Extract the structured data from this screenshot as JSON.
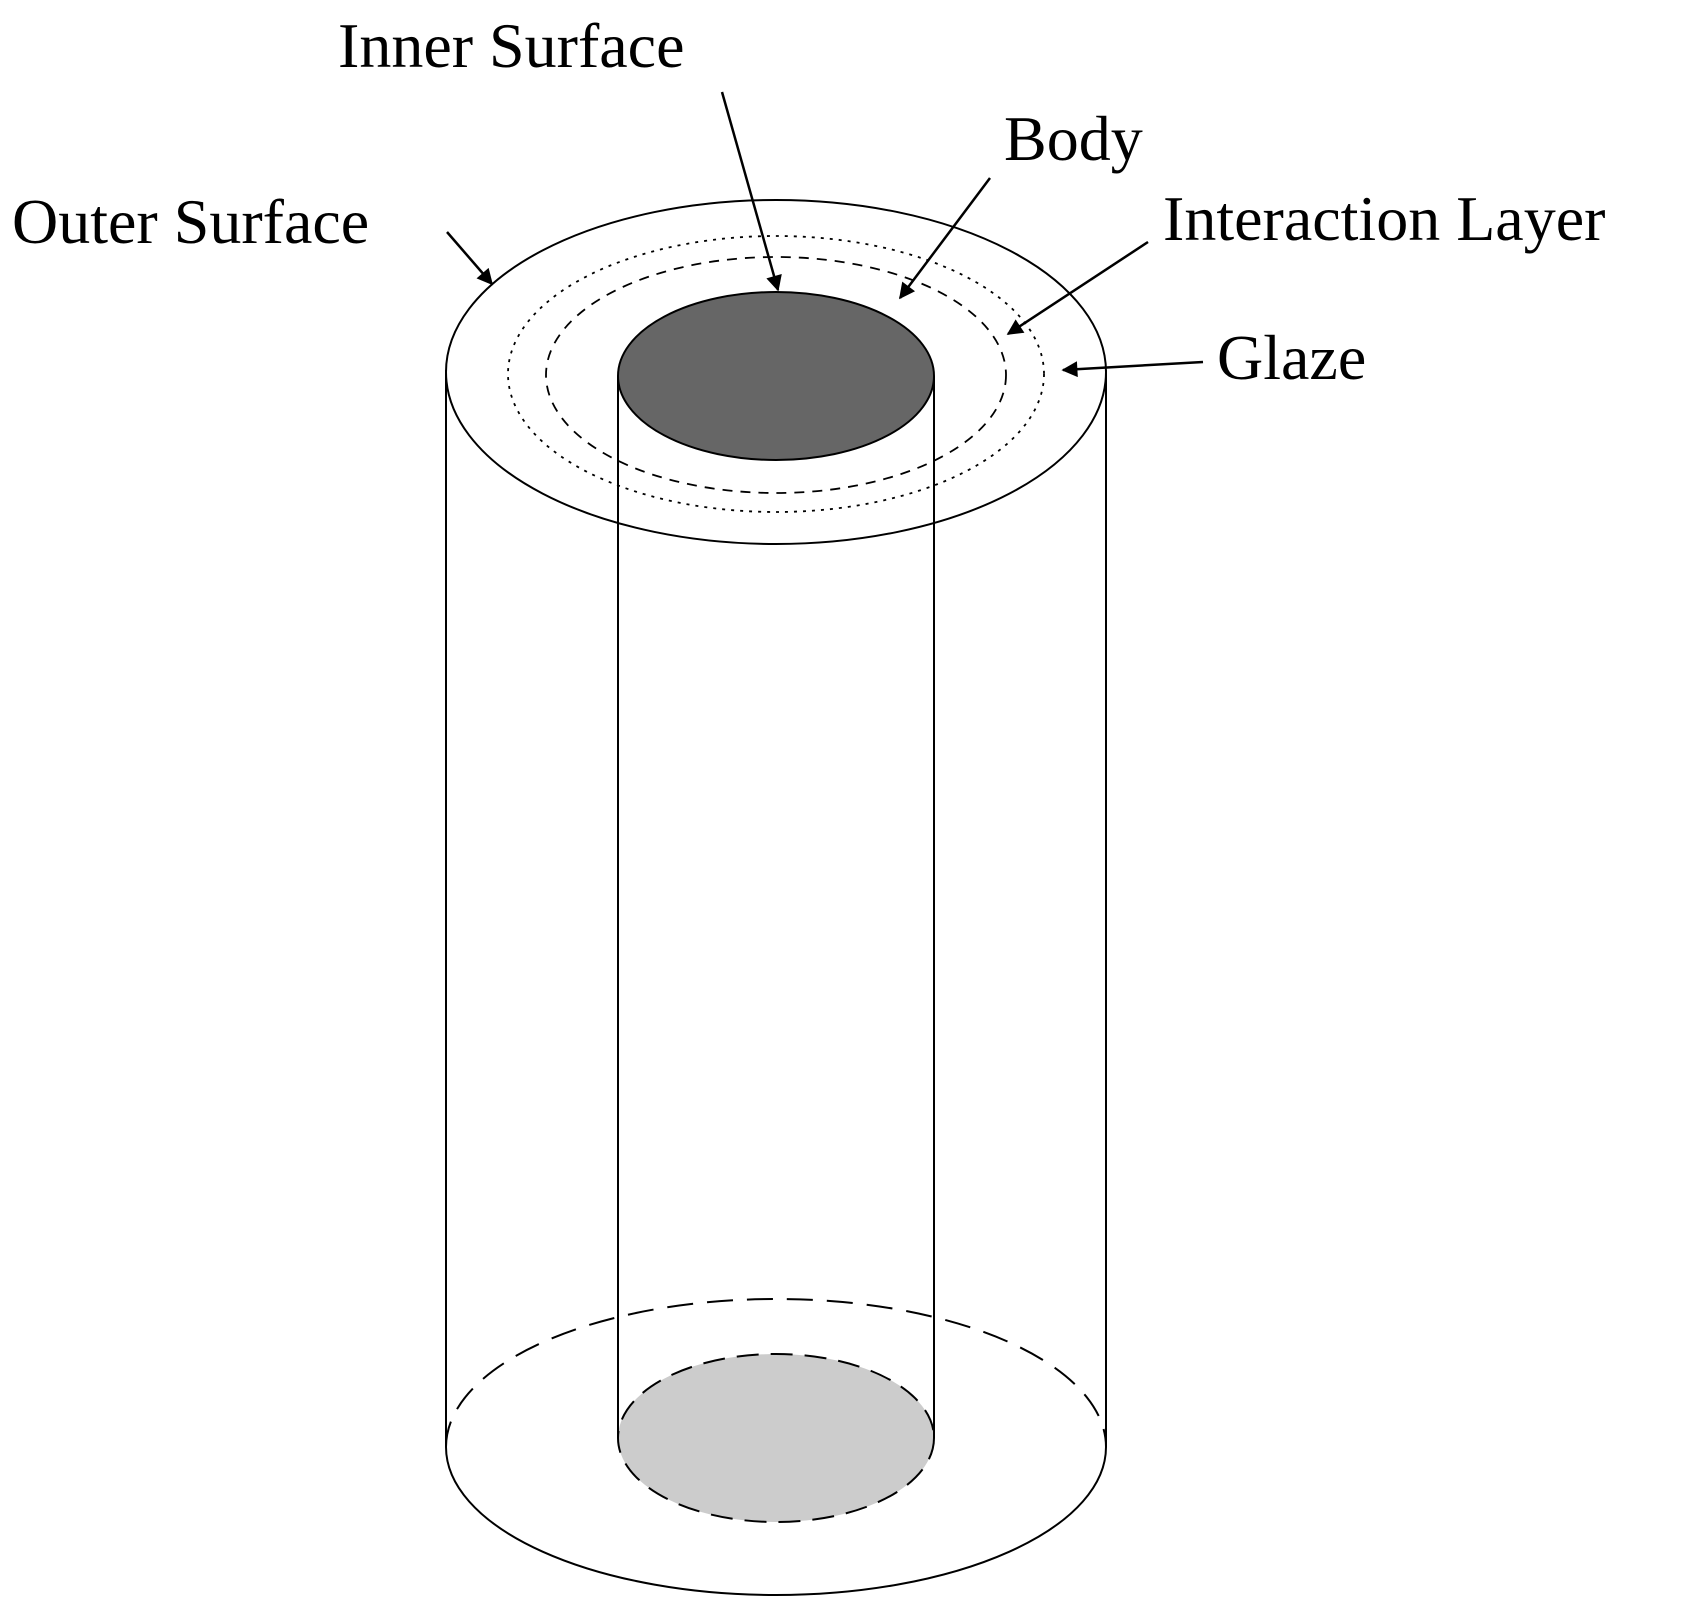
{
  "diagram": {
    "labels": {
      "inner_surface": "Inner Surface",
      "body": "Body",
      "outer_surface": "Outer Surface",
      "interaction_layer": "Interaction Layer",
      "glaze": "Glaze"
    },
    "colors": {
      "bore_top_fill": "#666666",
      "bore_bottom_fill": "#cccccc",
      "line": "#000000",
      "background": "#ffffff"
    }
  }
}
